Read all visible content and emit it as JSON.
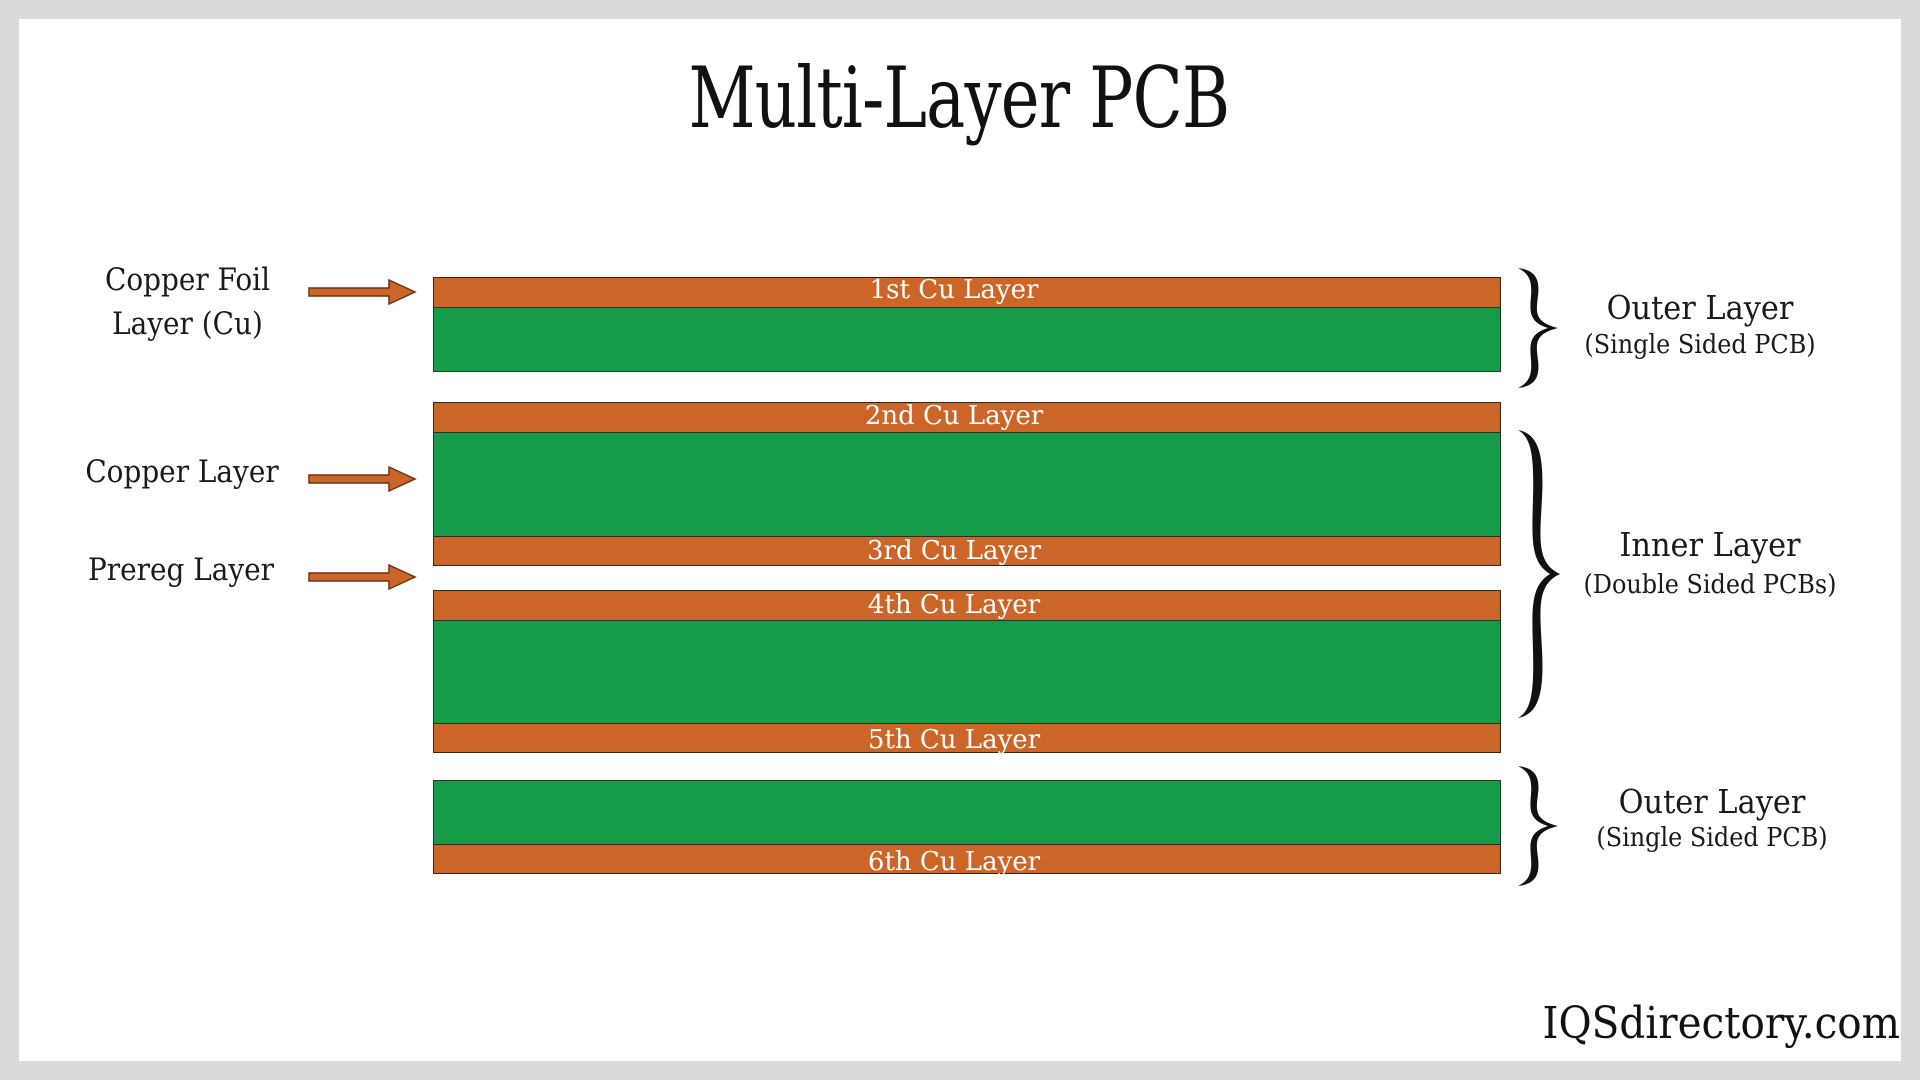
{
  "title": "Multi-Layer PCB",
  "colors": {
    "background_frame": "#d9d9d9",
    "canvas": "#ffffff",
    "copper": "#cc6628",
    "substrate": "#169c49",
    "text": "#111111",
    "band_text": "#ffffff"
  },
  "left_labels": [
    {
      "line1": "Copper Foil",
      "line2": "Layer (Cu)",
      "arrow_icon": "arrow-right-icon"
    },
    {
      "line1": "Copper Layer",
      "arrow_icon": "arrow-right-icon"
    },
    {
      "line1": "Prereg Layer",
      "arrow_icon": "arrow-right-icon"
    }
  ],
  "layers": [
    {
      "label": "1st Cu Layer",
      "type": "copper"
    },
    {
      "label": "2nd Cu Layer",
      "type": "copper"
    },
    {
      "label": "3rd Cu Layer",
      "type": "copper"
    },
    {
      "label": "4th Cu Layer",
      "type": "copper"
    },
    {
      "label": "5th Cu Layer",
      "type": "copper"
    },
    {
      "label": "6th Cu Layer",
      "type": "copper"
    }
  ],
  "groups": [
    {
      "title": "Outer Layer",
      "subtitle": "(Single Sided PCB)",
      "brace_icon": "curly-brace-icon"
    },
    {
      "title": "Inner Layer",
      "subtitle": "(Double Sided PCBs)",
      "brace_icon": "curly-brace-icon"
    },
    {
      "title": "Outer Layer",
      "subtitle": "(Single Sided PCB)",
      "brace_icon": "curly-brace-icon"
    }
  ],
  "watermark": "IQSdirectory.com"
}
